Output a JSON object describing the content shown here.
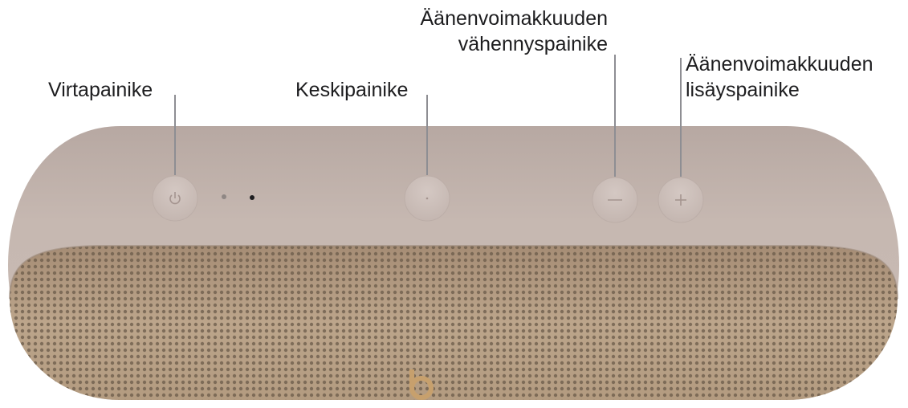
{
  "callouts": {
    "power": "Virtapainike",
    "center": "Keskipainike",
    "volume_down": "Äänenvoimakkuuden\nvähennyspainike",
    "volume_up": "Äänenvoimakkuuden\nlisäyspainike"
  },
  "controls": {
    "power_icon": "power-icon",
    "center_icon": "center-dot-icon",
    "minus_icon": "minus-icon",
    "plus_icon": "plus-icon"
  },
  "colors": {
    "body": "#c2b3ac",
    "grille": "#b59e84",
    "accent": "#c7a06d"
  }
}
